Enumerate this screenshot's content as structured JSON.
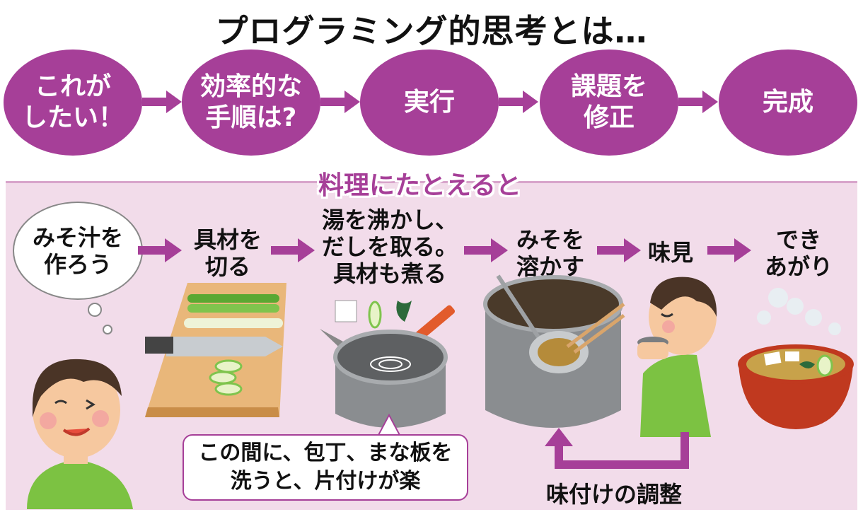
{
  "title": "プログラミング的思考とは…",
  "flow": [
    {
      "label": "これが\nしたい！"
    },
    {
      "label": "効率的な\n手順は?"
    },
    {
      "label": "実行"
    },
    {
      "label": "課題を\n修正"
    },
    {
      "label": "完成"
    }
  ],
  "subtitle": "料理にたとえると",
  "steps": [
    {
      "label": "みそ汁を\n作ろう"
    },
    {
      "label": "具材を\n切る"
    },
    {
      "label": "湯を沸かし、\nだしを取る。\n具材も煮る"
    },
    {
      "label": "みそを\n溶かす"
    },
    {
      "label": "味見"
    },
    {
      "label": "でき\nあがり"
    }
  ],
  "note": "この間に、包丁、まな板を\n洗うと、片付けが楽",
  "feedback_label": "味付けの調整",
  "colors": {
    "accent": "#a63f98",
    "panel": "#f2dcea"
  }
}
